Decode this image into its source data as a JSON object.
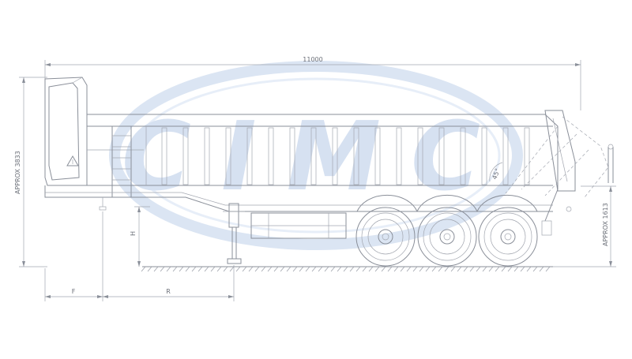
{
  "watermark": {
    "text": "CIMC",
    "color": "#cfdcef",
    "ring_color": "#dbe5f3"
  },
  "dimensions": {
    "overall_length": "11000",
    "overall_height": "APPROX 3833",
    "deck_height": "APPROX 1613",
    "dump_angle": "45°",
    "front_overhang": "F",
    "king_pin_to_leg": "R",
    "fifth_wheel_height": "H"
  },
  "colors": {
    "line": "#8a8f99",
    "text": "#6b6f78"
  }
}
